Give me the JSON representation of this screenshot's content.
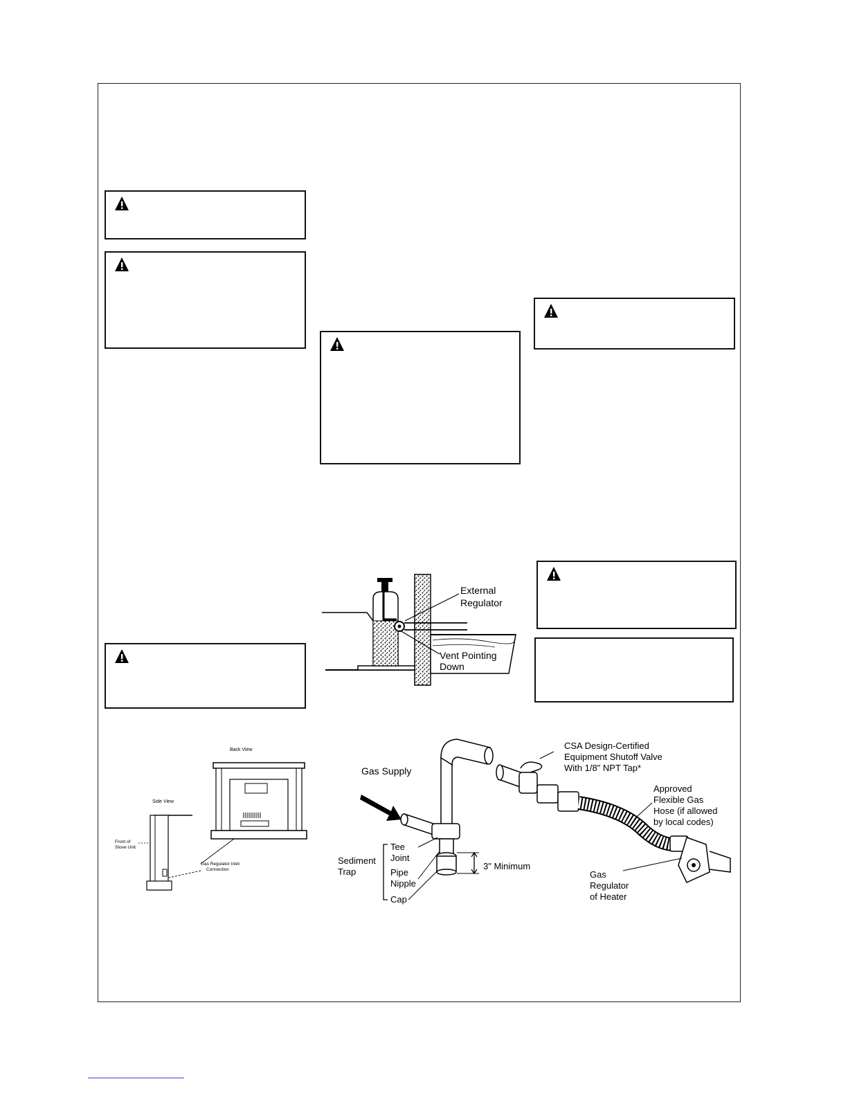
{
  "warning_icon": "warning-triangle-icon",
  "figures": {
    "regulator": {
      "external_regulator": [
        "External",
        "Regulator"
      ],
      "vent": [
        "Vent Pointing",
        "Down"
      ]
    },
    "sediment_trap": {
      "gas_supply": "Gas Supply",
      "shutoff_valve": [
        "CSA Design-Certified",
        "Equipment Shutoff Valve",
        "With 1/8\" NPT Tap*"
      ],
      "flex_hose": [
        "Approved",
        "Flexible Gas",
        "Hose (if allowed",
        "by local codes)"
      ],
      "sediment_trap": [
        "Sediment",
        "Trap"
      ],
      "tee_joint": [
        "Tee",
        "Joint"
      ],
      "pipe_nipple": [
        "Pipe",
        "Nipple"
      ],
      "cap": "Cap",
      "minimum": "3\" Minimum",
      "gas_regulator": [
        "Gas",
        "Regulator",
        "of Heater"
      ]
    },
    "stove_views": {
      "back_view": "Back View",
      "side_view": "Side View",
      "front_of_stove": [
        "Front of",
        "Stove Unit"
      ],
      "inlet": [
        "Gas Regulator Inlet",
        "Connection"
      ]
    }
  }
}
